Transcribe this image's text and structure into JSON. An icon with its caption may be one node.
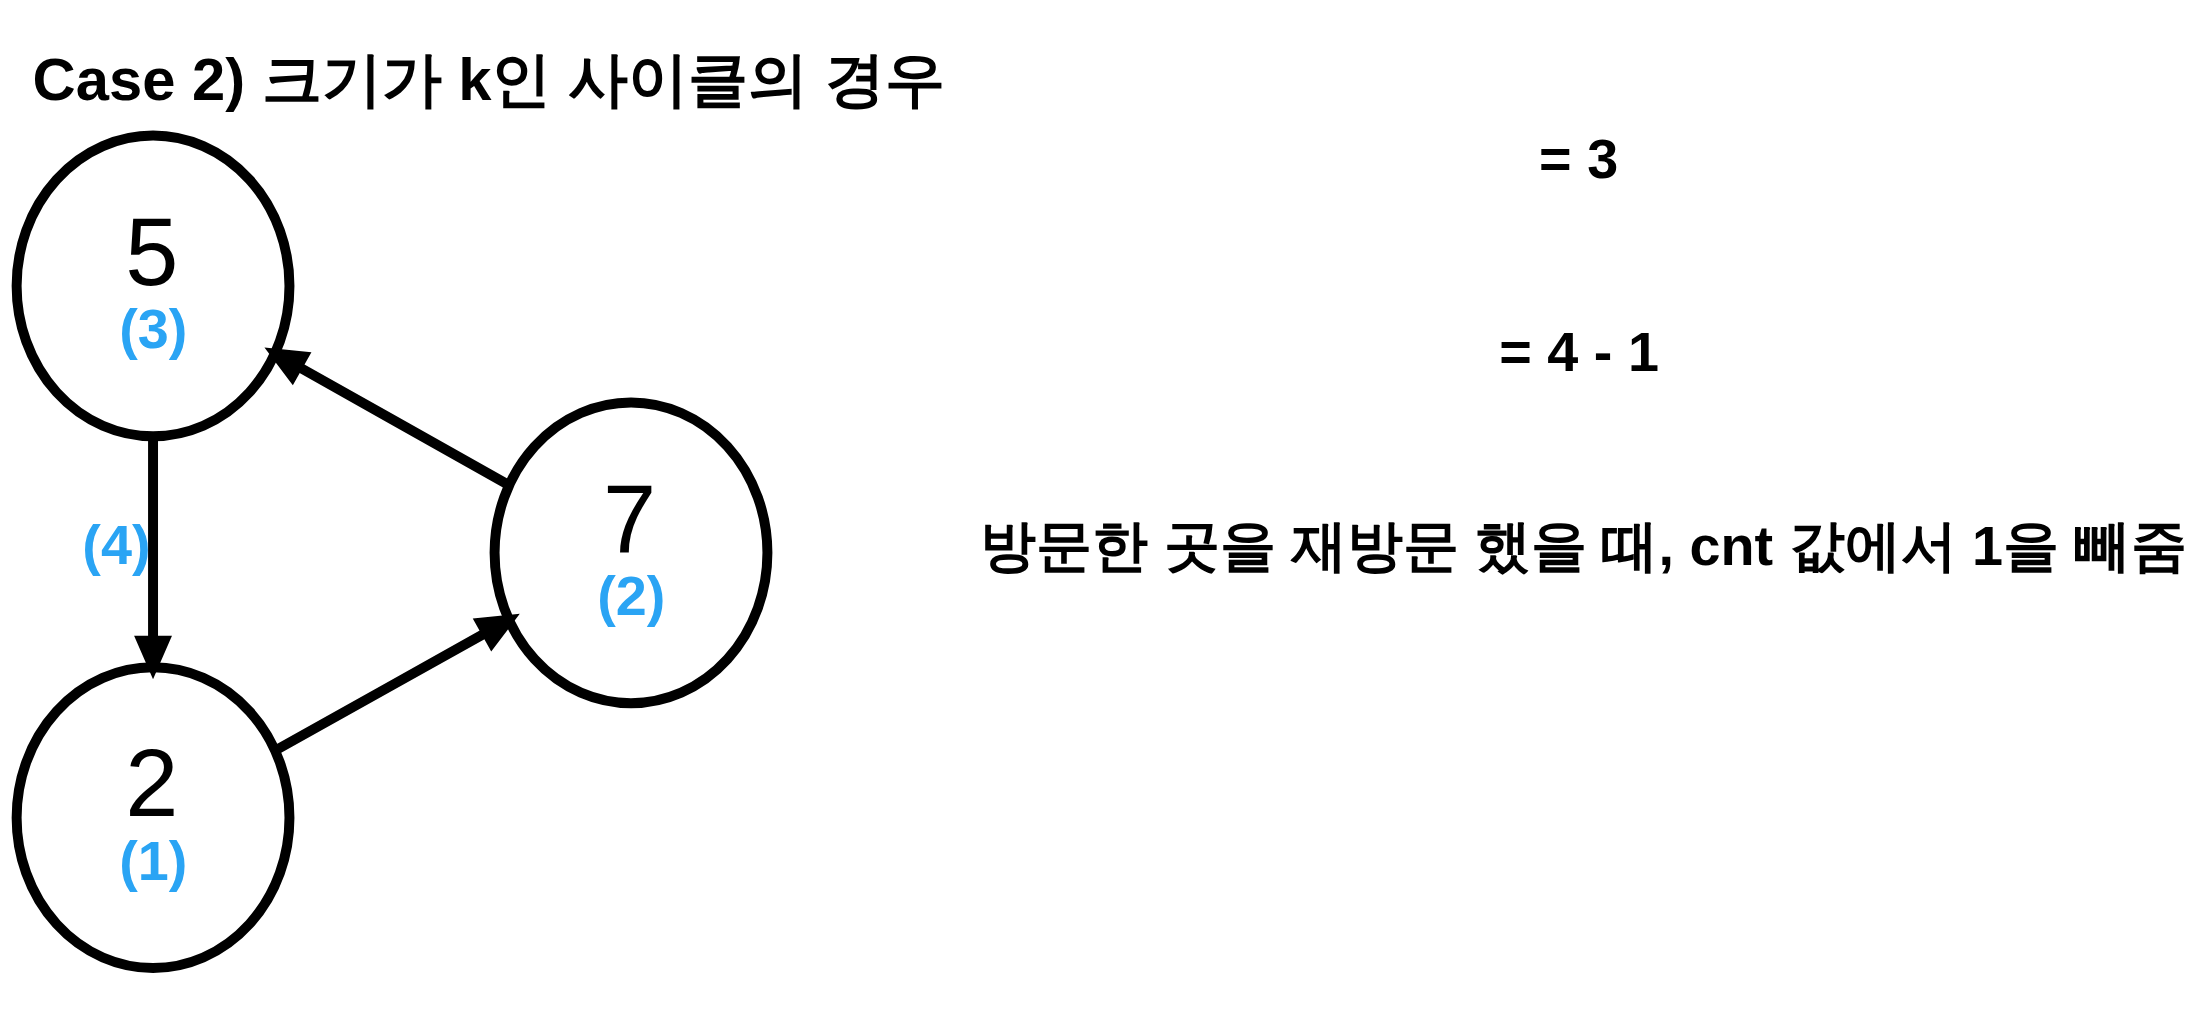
{
  "diagram": {
    "title": "Case 2) 크기가 k인 사이클의 경우",
    "nodes": [
      {
        "text": [
          "2",
          "(1)"
        ]
      },
      {
        "text": [
          "7",
          "(2)"
        ]
      },
      {
        "text": [
          "5",
          "(3)"
        ]
      }
    ],
    "edges": [
      {
        "from": 0,
        "to": 1,
        "arrow": "to"
      },
      {
        "from": 1,
        "to": 2,
        "arrow": "to"
      },
      {
        "from": 2,
        "to": 0,
        "arrow": "to",
        "label": "(4)"
      }
    ],
    "labels": [
      "방문한 곳을 재방문 했을 때, cnt 값에서 1을 빼줌",
      "= 4 - 1",
      "= 3"
    ]
  }
}
